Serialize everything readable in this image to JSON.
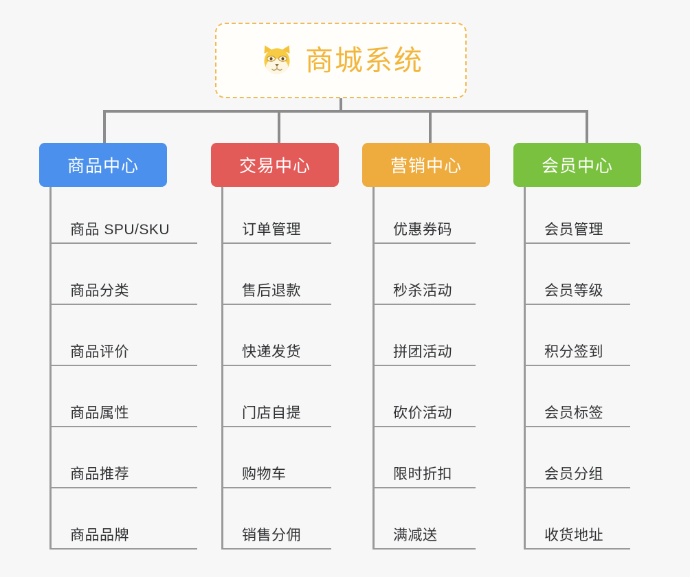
{
  "page": {
    "background_color": "#f7f7f7",
    "layout": "mindmap-tree"
  },
  "root": {
    "title": "商城系统",
    "icon": "shiba-dog-face-icon",
    "border_color": "#f0ba54",
    "text_color": "#f2b63c",
    "background_color": "#fffefb"
  },
  "connector": {
    "color": "#8c8c8c"
  },
  "branches": [
    {
      "label": "商品中心",
      "color": "#4a90ec",
      "items": [
        "商品 SPU/SKU",
        "商品分类",
        "商品评价",
        "商品属性",
        "商品推荐",
        "商品品牌"
      ]
    },
    {
      "label": "交易中心",
      "color": "#e35b58",
      "items": [
        "订单管理",
        "售后退款",
        "快递发货",
        "门店自提",
        "购物车",
        "销售分佣"
      ]
    },
    {
      "label": "营销中心",
      "color": "#eeab3e",
      "items": [
        "优惠券码",
        "秒杀活动",
        "拼团活动",
        "砍价活动",
        "限时折扣",
        "满减送"
      ]
    },
    {
      "label": "会员中心",
      "color": "#79c13f",
      "items": [
        "会员管理",
        "会员等级",
        "积分签到",
        "会员标签",
        "会员分组",
        "收货地址"
      ]
    }
  ]
}
